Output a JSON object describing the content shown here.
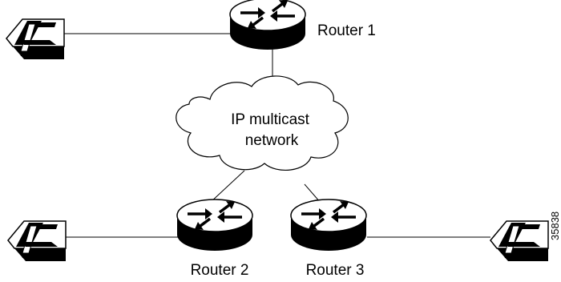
{
  "diagram": {
    "cloud": {
      "line1": "IP multicast",
      "line2": "network"
    },
    "routers": [
      {
        "label": "Router 1"
      },
      {
        "label": "Router 2"
      },
      {
        "label": "Router 3"
      }
    ],
    "figure_id": "35838"
  },
  "colors": {
    "line": "#000000",
    "background": "#ffffff"
  }
}
